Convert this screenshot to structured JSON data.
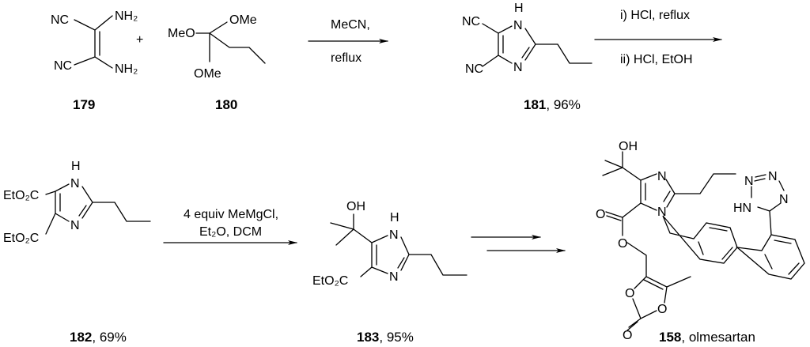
{
  "compounds": {
    "c179": {
      "number": "179",
      "atoms": {
        "nc_top": "NC",
        "nc_bot": "NC",
        "nh2_top": "NH₂",
        "nh2_bot": "NH₂"
      }
    },
    "c180": {
      "number": "180",
      "atoms": {
        "meo": "MeO",
        "ome_top": "OMe",
        "ome_bot": "OMe"
      }
    },
    "c181": {
      "number": "181",
      "yield": ", 96%",
      "atoms": {
        "nc_top": "NC",
        "nc_bot": "NC",
        "h": "H",
        "n1": "N",
        "n3": "N"
      }
    },
    "c182": {
      "number": "182",
      "yield": ", 69%",
      "atoms": {
        "ester_top": "EtO₂C",
        "ester_bot": "EtO₂C",
        "h": "H",
        "n1": "N",
        "n3": "N"
      }
    },
    "c183": {
      "number": "183",
      "yield": ", 95%",
      "atoms": {
        "oh": "OH",
        "ester": "EtO₂C",
        "h": "H",
        "n1": "N",
        "n3": "N"
      }
    },
    "c158": {
      "number": "158",
      "name": ", olmesartan",
      "atoms": {
        "oh": "OH",
        "n3": "N",
        "n1": "N",
        "o_carbonyl": "O",
        "o_ester": "O",
        "o_ring1": "O",
        "o_ring2": "O",
        "o_carbonyl2": "O",
        "tz_n1": "N",
        "tz_n2": "N",
        "tz_n3": "N",
        "tz_hn": "HN"
      }
    }
  },
  "plus": "+",
  "arrows": {
    "step1": {
      "above": "MeCN,",
      "below": "reflux"
    },
    "step2": {
      "above": "i) HCl, reflux",
      "below": "ii) HCl, EtOH"
    },
    "step3": {
      "line1": "4 equiv MeMgCl,",
      "line2": "Et₂O, DCM"
    }
  }
}
